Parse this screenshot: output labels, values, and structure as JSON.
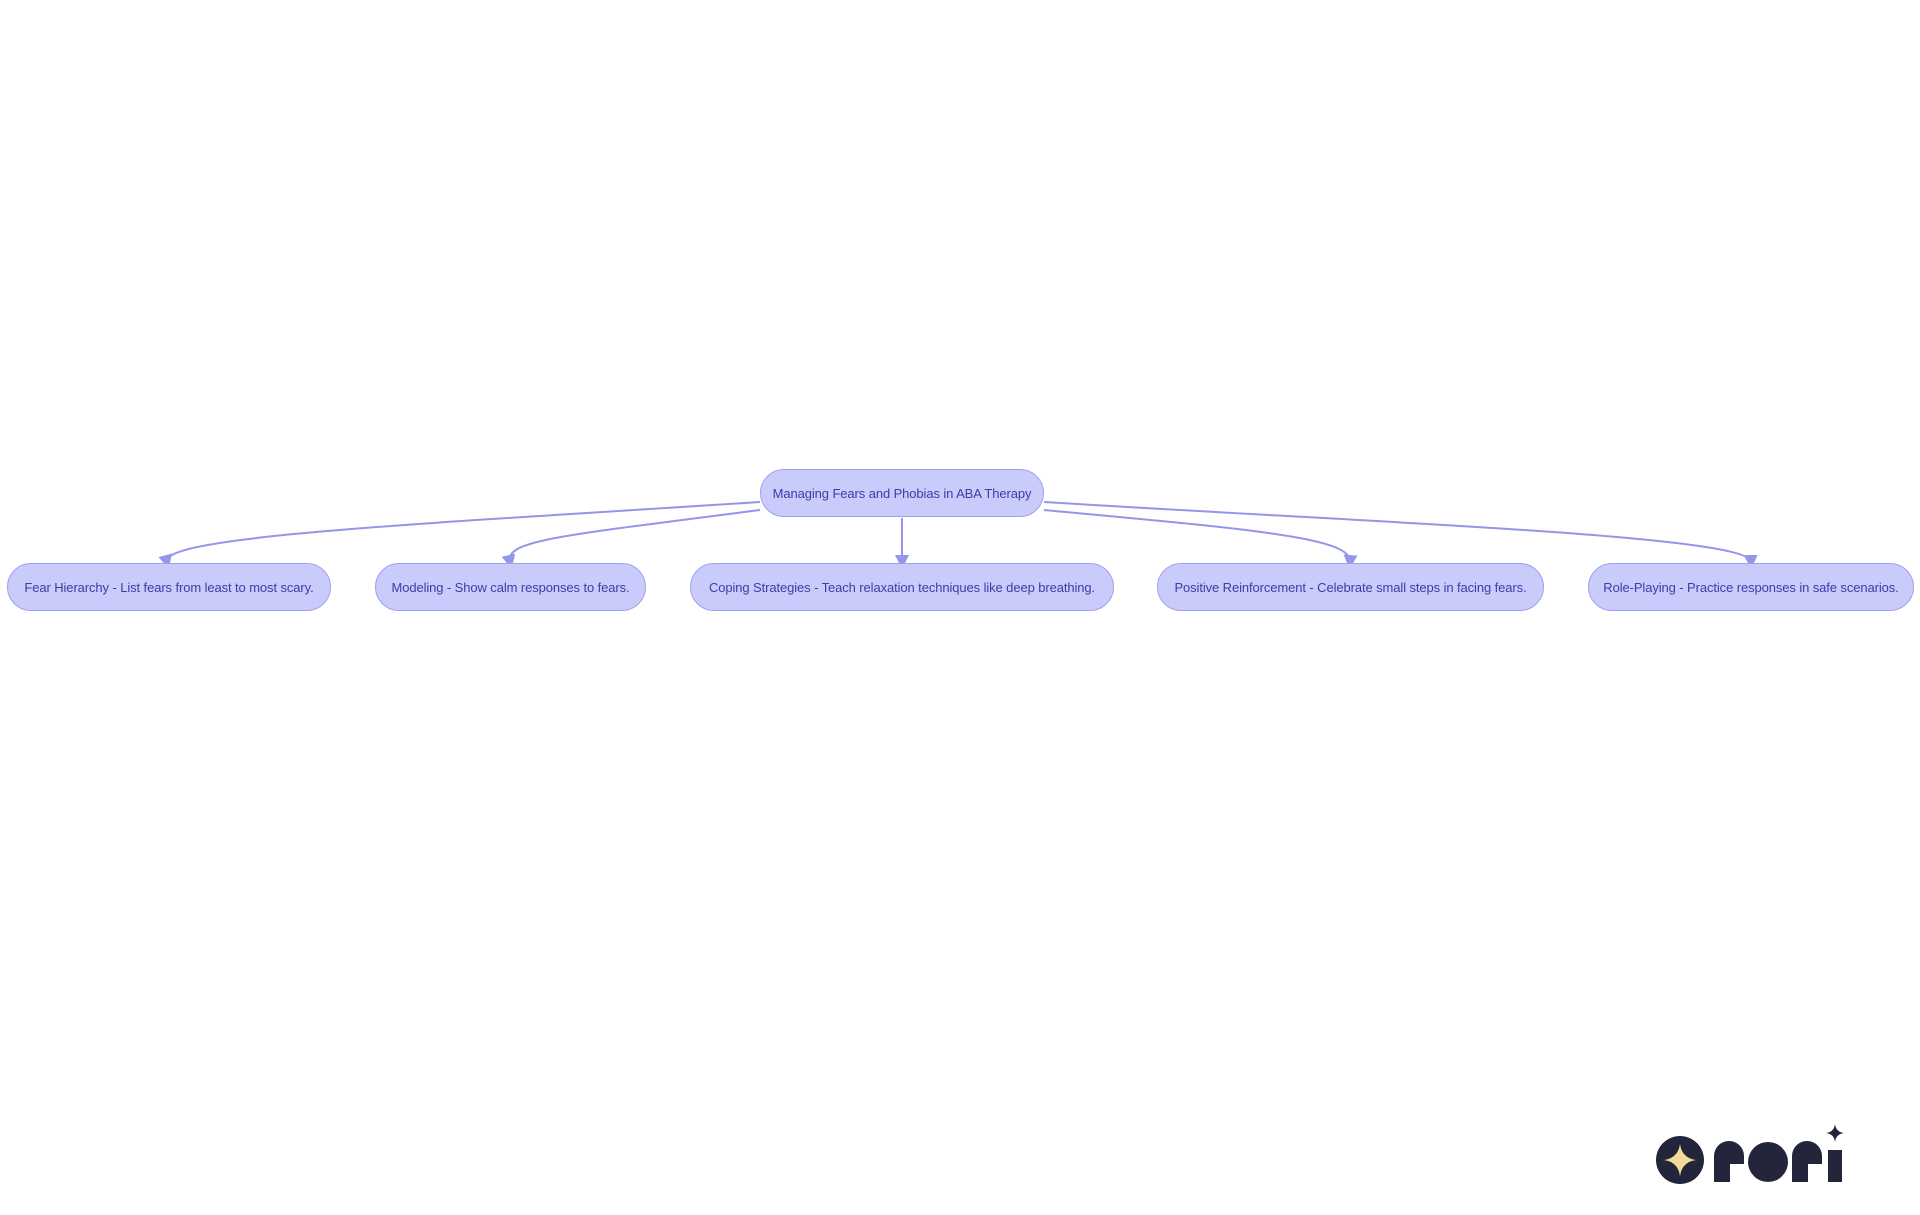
{
  "diagram": {
    "root": "Managing Fears and Phobias in ABA Therapy",
    "children": [
      "Fear Hierarchy - List fears from least to most scary.",
      "Modeling - Show calm responses to fears.",
      "Coping Strategies - Teach relaxation techniques like deep breathing.",
      "Positive Reinforcement - Celebrate small steps in facing fears.",
      "Role-Playing - Practice responses in safe scenarios."
    ]
  },
  "colors": {
    "node_fill": "#c9cbfa",
    "node_border": "#9fa1ee",
    "node_text": "#3b3da8",
    "edge": "#9496ea",
    "logo_dark": "#23253a",
    "logo_star": "#f5d99a"
  },
  "logo": "rori"
}
